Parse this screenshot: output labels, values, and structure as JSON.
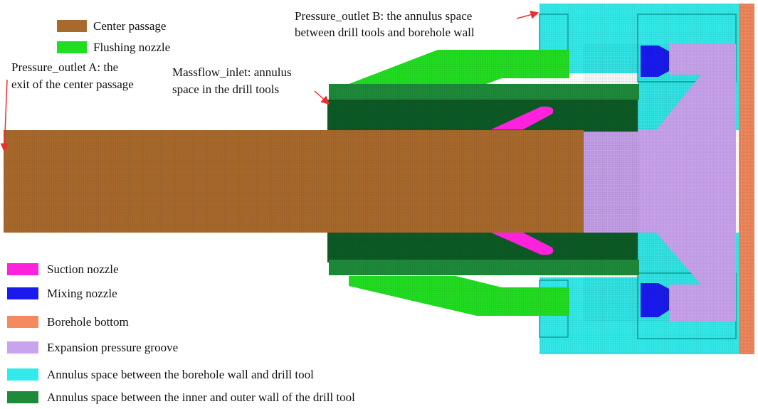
{
  "colors": {
    "center_passage": "#a8692c",
    "flushing_nozzle": "#22dd22",
    "suction_nozzle": "#ff22dd",
    "mixing_nozzle": "#1a1aee",
    "borehole_bottom": "#f58a5e",
    "expansion_groove": "#c9a3ee",
    "annulus_outer": "#33eaea",
    "annulus_inner": "#1e8a3a",
    "annotation_arrow": "#e83030"
  },
  "legend_top": [
    {
      "label": "Center passage",
      "color": "#a8692c"
    },
    {
      "label": "Flushing nozzle",
      "color": "#22dd22"
    }
  ],
  "legend_bottom": [
    {
      "label": "Suction nozzle",
      "color": "#ff22dd"
    },
    {
      "label": "Mixing nozzle",
      "color": "#1a1aee"
    },
    {
      "label": "Borehole bottom",
      "color": "#f58a5e"
    },
    {
      "label": "Expansion pressure groove",
      "color": "#c9a3ee"
    },
    {
      "label": "Annulus space between the borehole wall and drill tool",
      "color": "#33eaea"
    },
    {
      "label": "Annulus space between the inner and outer wall of the drill tool",
      "color": "#1e8a3a"
    }
  ],
  "annotations": {
    "outlet_a": [
      "Pressure_outlet A: the",
      "exit of the center passage"
    ],
    "outlet_b": [
      "Pressure_outlet B: the annulus space",
      "between drill tools and borehole wall"
    ],
    "inlet": [
      "Massflow_inlet: annulus",
      "space in the drill tools"
    ]
  }
}
